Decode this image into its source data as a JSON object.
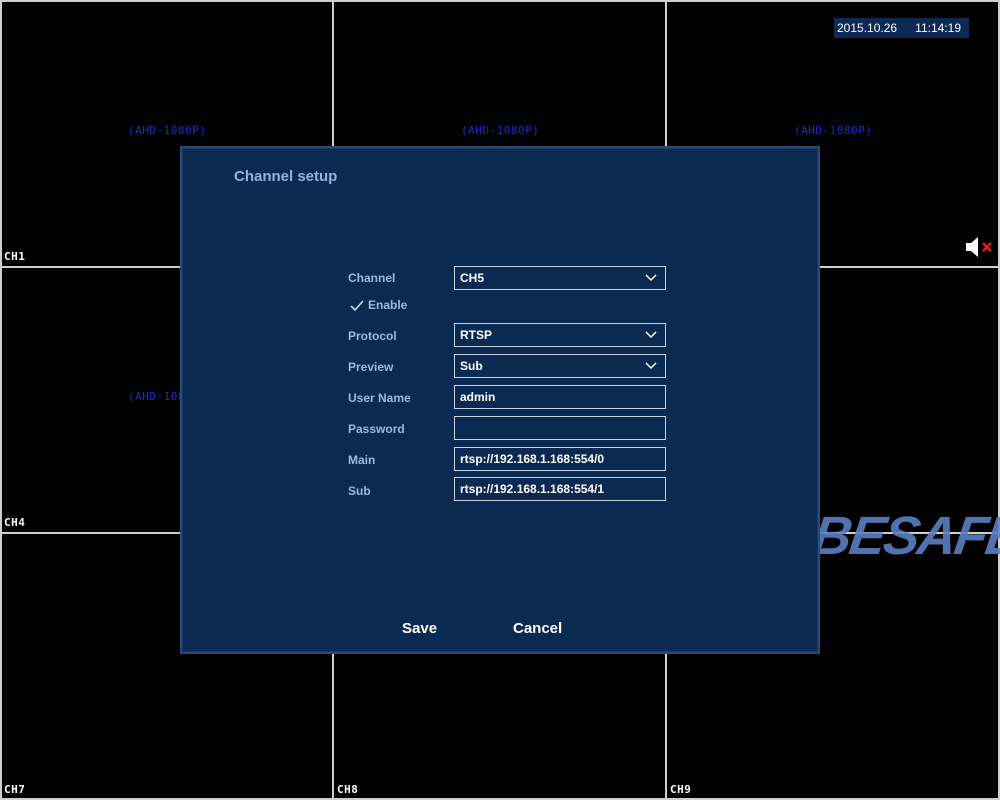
{
  "datetime": {
    "date": "2015.10.26",
    "time": "11:14:19"
  },
  "cells": {
    "labels": [
      "CH1",
      "CH4",
      "CH7",
      "CH8",
      "CH9"
    ],
    "resolution": "(AHD-1080P)"
  },
  "brand": {
    "text": "BESAFE"
  },
  "icons": {
    "mute": "speaker-muted-icon",
    "check": "checkmark-icon",
    "chevron": "chevron-down-icon"
  },
  "dialog": {
    "title": "Channel setup",
    "fields": {
      "channel": {
        "label": "Channel",
        "value": "CH5"
      },
      "enable": {
        "label": "Enable",
        "checked": true
      },
      "protocol": {
        "label": "Protocol",
        "value": "RTSP"
      },
      "preview": {
        "label": "Preview",
        "value": "Sub"
      },
      "username": {
        "label": "User Name",
        "value": "admin"
      },
      "password": {
        "label": "Password",
        "value": ""
      },
      "main": {
        "label": "Main",
        "value": "rtsp://192.168.1.168:554/0"
      },
      "sub": {
        "label": "Sub",
        "value": "rtsp://192.168.1.168:554/1"
      }
    },
    "buttons": {
      "save": "Save",
      "cancel": "Cancel"
    }
  },
  "colors": {
    "dialog_bg": "#0b2a52",
    "label": "#9bb9de",
    "title": "#8fb4e0",
    "resolution": "#1a2bd8",
    "mute_x": "#e02020"
  }
}
